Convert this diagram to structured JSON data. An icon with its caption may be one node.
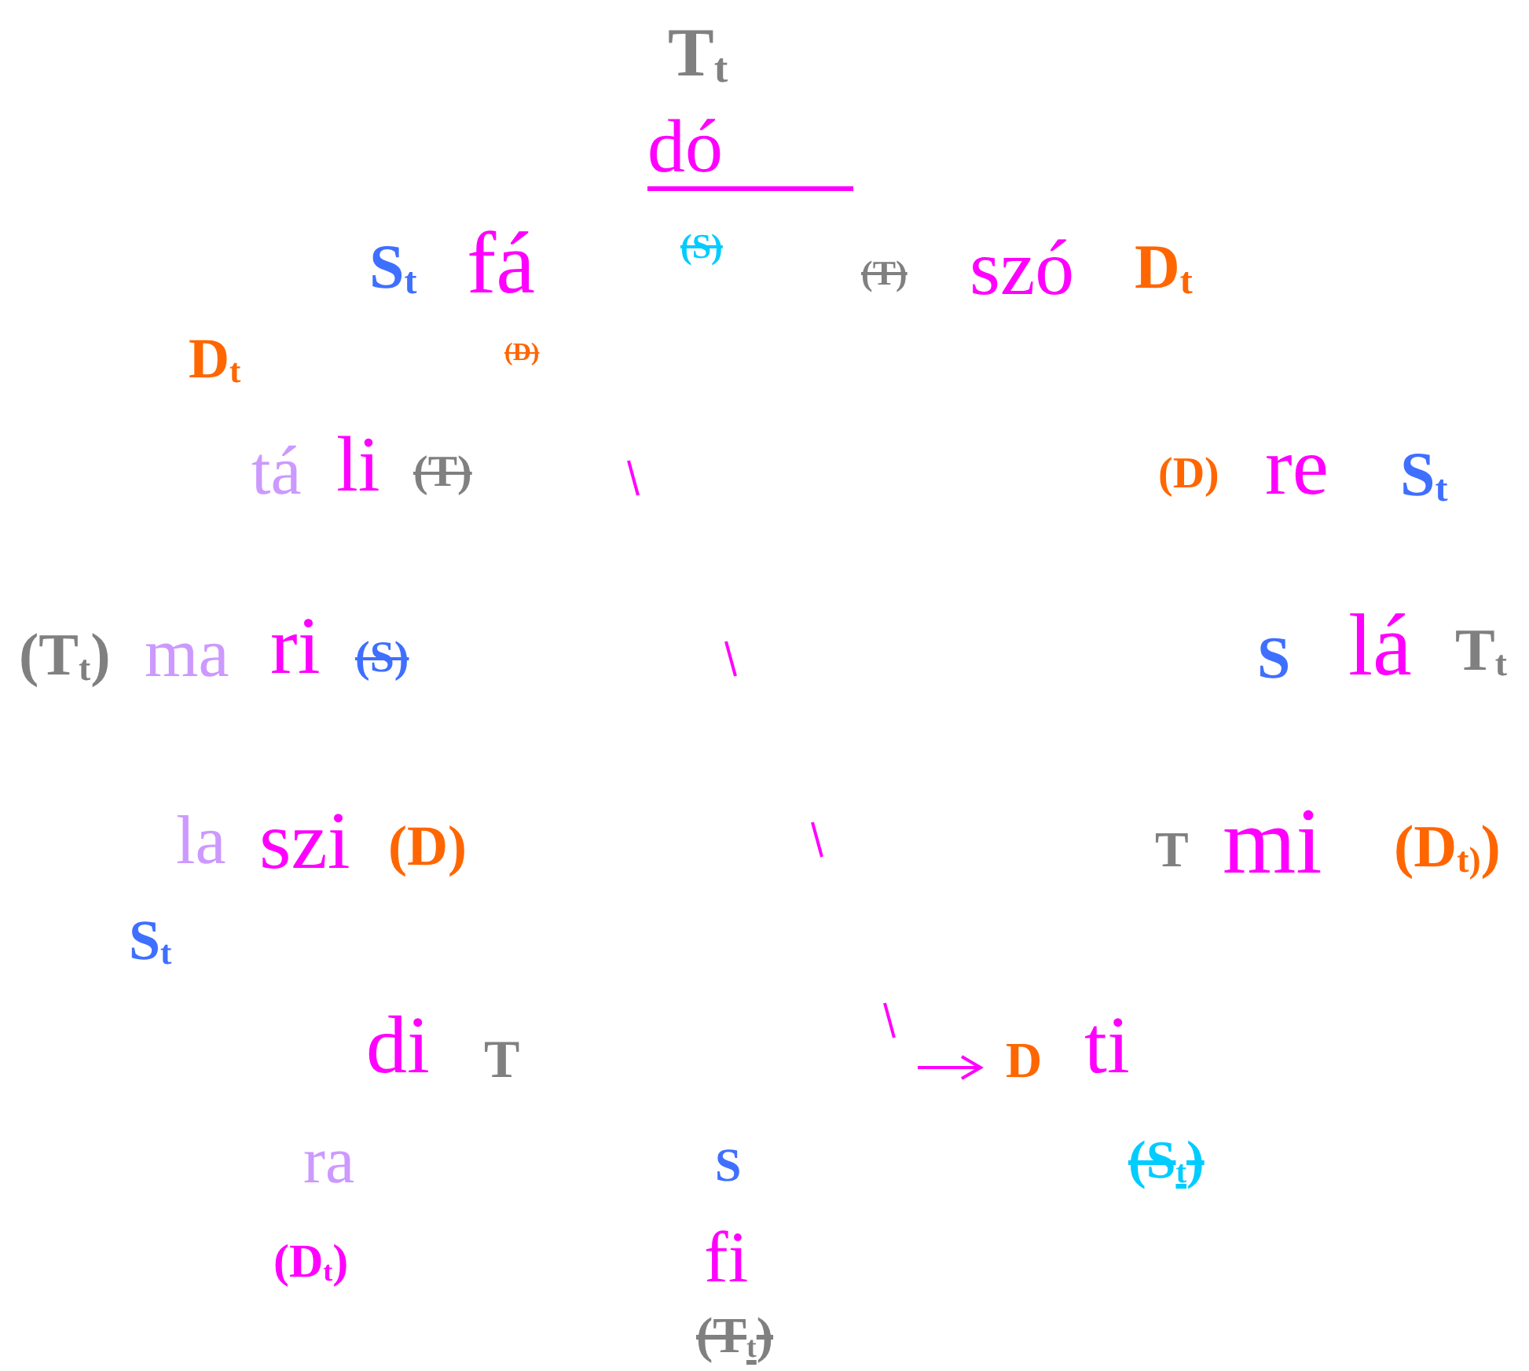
{
  "diagram": {
    "labels": [
      "T$_{t}$",
      "dó",
      "S$_{t}$",
      "fá",
      "(S)",
      "(T)",
      "szó",
      "D$_{t}$",
      "D$_{t}$",
      "(D)",
      "tá",
      "li",
      "(T)",
      "(D)",
      "re",
      "S$_{t}$",
      "(T$_{t}$)",
      "ma",
      "ri",
      "(S)",
      "S",
      "lá",
      "T$_{t}$",
      "la",
      "szi",
      "(D)",
      "T",
      "mi",
      "(D$_{t)}$)",
      "S$_{t}$",
      "di",
      "T",
      "D",
      "ti",
      "ra",
      "S",
      "(S$_{t}$)",
      "(D$_{t}$)",
      "fi",
      "(T$_{t}$)"
    ]
  }
}
